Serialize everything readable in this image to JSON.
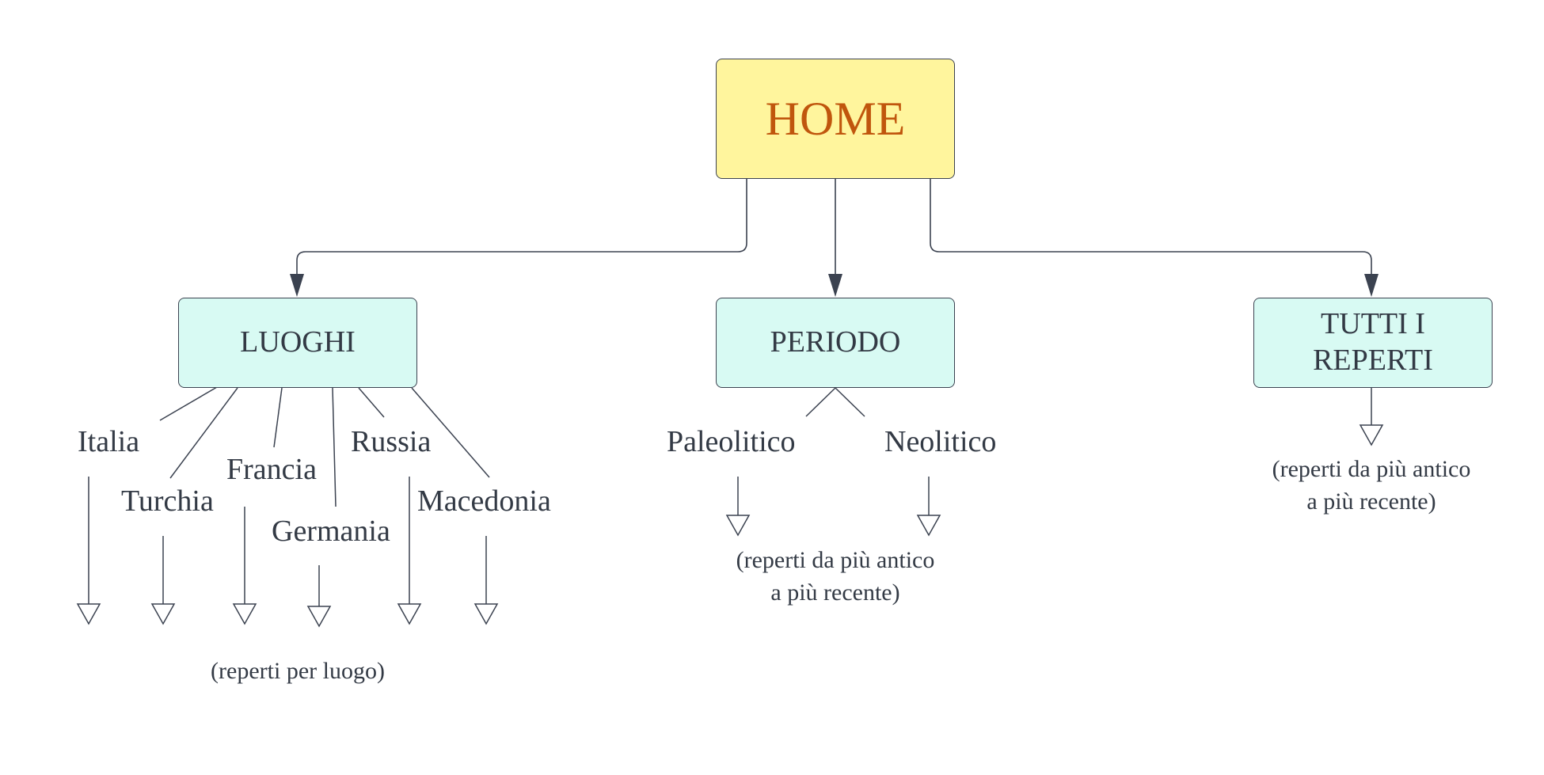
{
  "root": {
    "label": "HOME"
  },
  "nodes": {
    "luoghi": {
      "label": "LUOGHI"
    },
    "periodo": {
      "label": "PERIODO"
    },
    "tutti": {
      "label": "TUTTI I\nREPERTI"
    }
  },
  "luoghi_items": [
    "Italia",
    "Turchia",
    "Francia",
    "Germania",
    "Russia",
    "Macedonia"
  ],
  "periodo_items": [
    "Paleolitico",
    "Neolitico"
  ],
  "notes": {
    "luoghi": "(reperti per luogo)",
    "periodo": "(reperti da più antico\na più recente)",
    "tutti": "(reperti da più antico\na più recente)"
  },
  "colors": {
    "home_fill": "#fff59d",
    "home_text": "#c0560d",
    "node_fill": "#d8faf3",
    "line": "#3b4250"
  }
}
